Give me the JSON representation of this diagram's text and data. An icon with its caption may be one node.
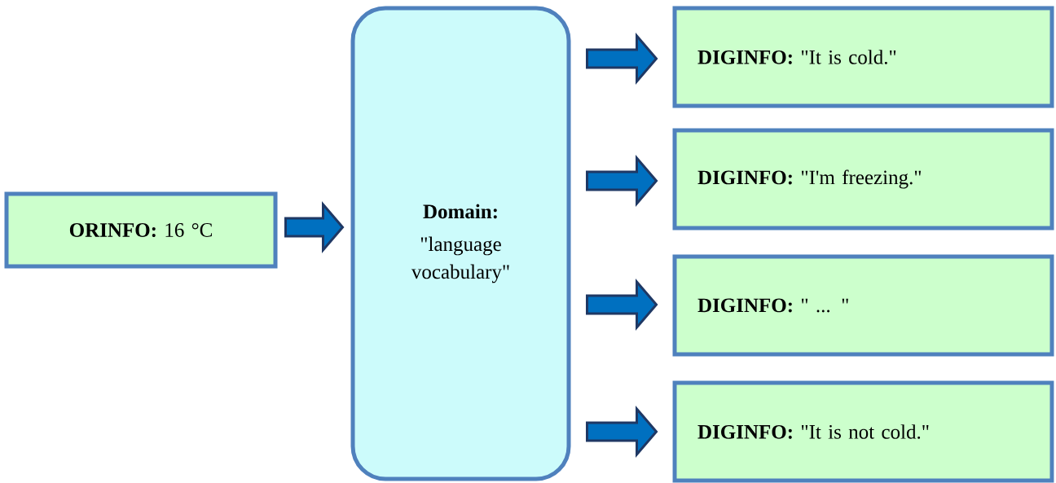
{
  "diagram": {
    "nodes": [
      {
        "text": [
          "**ORINFO:** 16 °C"
        ]
      },
      {
        "text": [
          "Domain:",
          "\"language vocabulary\""
        ]
      },
      {
        "text": [
          "**DIGINFO:** \"It is cold.\""
        ]
      },
      {
        "text": [
          "**DIGINFO:** \"I'm freezing.\""
        ]
      },
      {
        "text": [
          "**DIGINFO:**      \" ... \""
        ]
      },
      {
        "text": [
          "**DIGINFO:** \"It is not cold.\""
        ]
      }
    ],
    "edges": [
      {
        "from": 0,
        "to": 1,
        "arrow": "to"
      },
      {
        "from": 1,
        "to": 2,
        "arrow": "to"
      },
      {
        "from": 1,
        "to": 3,
        "arrow": "to"
      },
      {
        "from": 1,
        "to": 4,
        "arrow": "to"
      },
      {
        "from": 1,
        "to": 5,
        "arrow": "to"
      }
    ]
  }
}
